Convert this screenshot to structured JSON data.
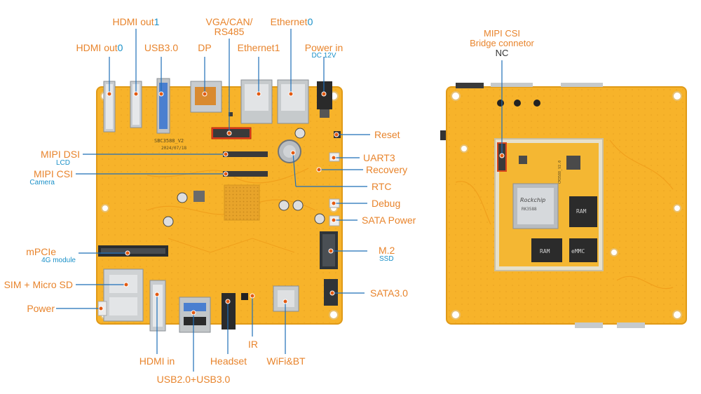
{
  "colors": {
    "board": "#f7b32a",
    "board_edge": "#e09a18",
    "trace": "#f0a01c",
    "leader": "#1f6fb8",
    "label_orange": "#e8842c",
    "label_blue": "#1a90c8",
    "dot": "#e35a12"
  },
  "front_labels": {
    "hdmi_out1_a": "HDMI out",
    "hdmi_out1_b": "1",
    "hdmi_out0_a": "HDMI out",
    "hdmi_out0_b": "0",
    "usb30": "USB3.0",
    "dp": "DP",
    "vga_line1": "VGA/CAN/",
    "vga_line2": "RS485",
    "ethernet0_a": "Ethernet",
    "ethernet0_b": "0",
    "ethernet1": "Ethernet1",
    "power_in": "Power in",
    "power_in_sub": "DC 12V",
    "reset": "Reset",
    "uart3": "UART3",
    "recovery": "Recovery",
    "rtc": "RTC",
    "debug": "Debug",
    "sata_power": "SATA Power",
    "m2": "M.2",
    "m2_sub": "SSD",
    "sata30": "SATA3.0",
    "mipi_dsi": "MIPI DSI",
    "mipi_dsi_sub": "LCD",
    "mipi_csi": "MIPI CSI",
    "mipi_csi_sub": "Camera",
    "mpcie": "mPCIe",
    "mpcie_sub": "4G module",
    "sim_sd": "SIM + Micro SD",
    "power": "Power",
    "hdmi_in": "HDMI in",
    "usb_combo": "USB2.0+USB3.0",
    "headset": "Headset",
    "ir": "IR",
    "wifi_bt": "WiFi&BT"
  },
  "back_labels": {
    "mipi_csi_line1": "MIPI CSI",
    "mipi_csi_line2": "Bridge connetor",
    "nc": "NC"
  },
  "silkscreen": {
    "board_name": "SBC3588_V2",
    "board_date": "2024/07/18",
    "soc_brand": "Rockchip",
    "soc_part": "RK3588",
    "core_name": "CM3588_V2.0",
    "ram": "RAM",
    "emmc": "eMMC"
  }
}
